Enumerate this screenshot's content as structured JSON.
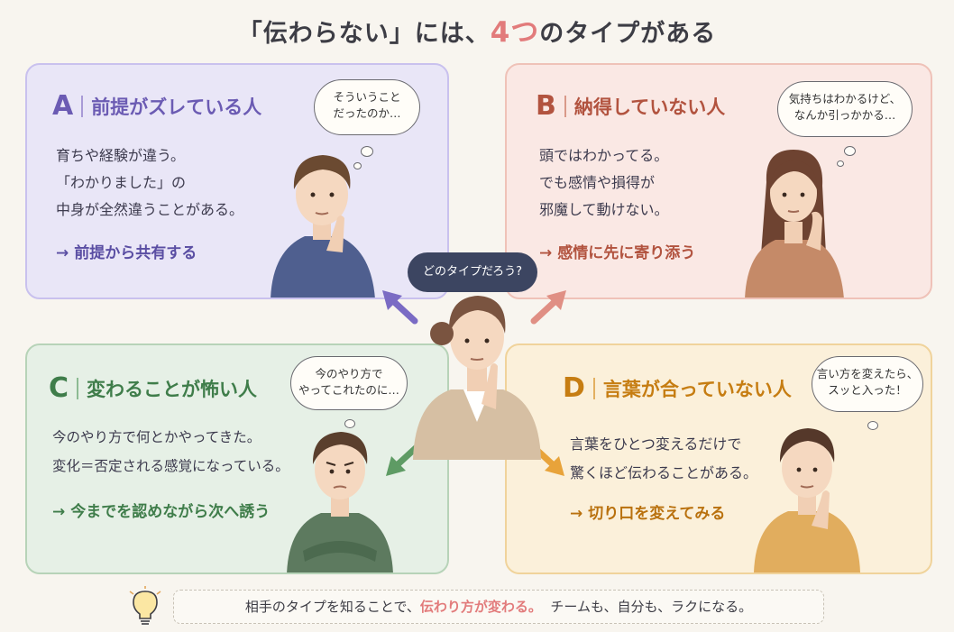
{
  "title": {
    "part1": "「伝わらない」には、",
    "number": "4つ",
    "part2": "のタイプがある"
  },
  "cards": [
    {
      "letter": "A",
      "heading": "前提がズレている人",
      "lines": [
        "育ちや経験が違う。",
        "「わかりました」の",
        "中身が全然違うことがある。"
      ],
      "action": "前提から共有する",
      "thought": [
        "そういうこと",
        "だったのか…"
      ]
    },
    {
      "letter": "B",
      "heading": "納得していない人",
      "lines": [
        "頭ではわかってる。",
        "でも感情や損得が",
        "邪魔して動けない。"
      ],
      "action": "感情に先に寄り添う",
      "thought": [
        "気持ちはわかるけど、",
        "なんか引っかかる…"
      ]
    },
    {
      "letter": "C",
      "heading": "変わることが怖い人",
      "lines": [
        "今のやり方で何とかやってきた。",
        "変化＝否定される感覚になっている。"
      ],
      "action": "今までを認めながら次へ誘う",
      "thought": [
        "今のやり方で",
        "やってこれたのに…"
      ]
    },
    {
      "letter": "D",
      "heading": "言葉が合っていない人",
      "lines": [
        "言葉をひとつ変えるだけで",
        "驚くほど伝わることがある。"
      ],
      "action": "切り口を変えてみる",
      "thought": [
        "言い方を変えたら、",
        "スッと入った！"
      ]
    }
  ],
  "arrow_glyph": "→",
  "center_question": "どのタイプだろう?",
  "footer": {
    "part1": "相手のタイプを知ることで、",
    "highlight": "伝わり方が変わる。",
    "part2": "チームも、自分も、ラクになる。"
  },
  "colors": {
    "a": "#6b5bb3",
    "b": "#b2533f",
    "c": "#3f7d4a",
    "d": "#c67d12",
    "accent": "#e27b7b"
  },
  "icons": {
    "footer": "lightbulb-icon"
  }
}
